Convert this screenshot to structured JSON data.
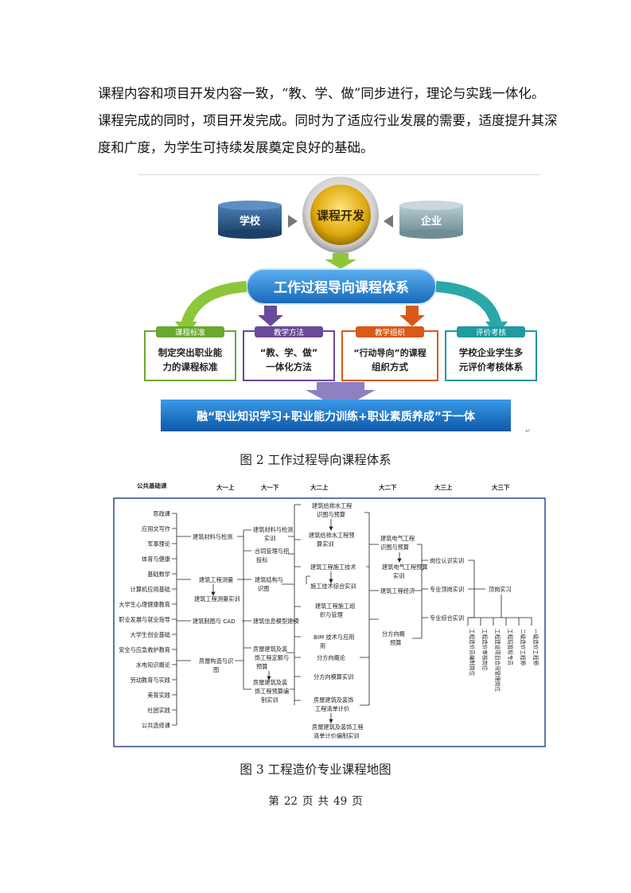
{
  "paragraph": {
    "lines": [
      "课程内容和项目开发内容一致，“教、学、做”同步进行，理论与实践一体化。",
      "课程完成的同时，项目开发完成。同时为了适应行业发展的需要，适度提升其深",
      "度和广度，为学生可持续发展奠定良好的基础。"
    ]
  },
  "figure2": {
    "caption": "图 2 工作过程导向课程体系",
    "school": "学校",
    "center": "课程开发",
    "enterprise": "企业",
    "main_banner": "工作过程导向课程体系",
    "cards": [
      {
        "tab": "课程标准",
        "line1": "制定突出职业能",
        "line2": "力的课程标准"
      },
      {
        "tab": "教学方法",
        "line1": "“教、学、做”",
        "line2": "一体化方法"
      },
      {
        "tab": "教学组织",
        "line1": "“行动导向”的课程",
        "line2": "组织方式"
      },
      {
        "tab": "评价考核",
        "line1": "学校企业学生多",
        "line2": "元评价考核体系"
      }
    ],
    "bottom_banner": "融“职业知识学习+职业能力训练+职业素质养成”于一体",
    "colors": {
      "school": "#2e5a8a",
      "center": "#d9a800",
      "enterprise": "#7fa0a8",
      "banner": "#1e78c8",
      "c1": "#6aa830",
      "c2": "#6a4a9a",
      "c3": "#d85a18",
      "c4": "#1e9aa0"
    }
  },
  "figure3": {
    "caption": "图 3 工程造价专业课程地图",
    "headers": {
      "base": "公共基础课",
      "s1": "大一上",
      "s2": "大一下",
      "s3": "大二上",
      "s4": "大二下",
      "s5": "大三上",
      "s6": "大三下"
    },
    "base_courses": [
      "思政课",
      "应用文写作",
      "军事理论",
      "体育与健康",
      "基础数学",
      "计算机应用基础",
      "大学生心理健康教育",
      "职业发展与就业指导",
      "大学生创业基础",
      "安全与应急救护教育",
      "水电知识概论",
      "劳动教育与实践",
      "美育实践",
      "社团实践",
      "公共选修课"
    ],
    "col1": {
      "c1": "建筑材料与检测",
      "c2a": "建筑工程测量",
      "c2b": "建筑工程测量实训",
      "c3": "建筑制图与 CAD",
      "c4a": "房屋构造与识",
      "c4b": "图"
    },
    "col2": {
      "c1a": "建筑材料与检测",
      "c1b": "实训",
      "c2a": "合同管理与招",
      "c2b": "投标",
      "c3a": "建筑结构与",
      "c3b": "识图",
      "c4": "建筑信息模型建模",
      "c5a": "房屋建筑及装",
      "c5b": "饰工程定额与",
      "c5c": "预算",
      "c6a": "房屋建筑及装",
      "c6b": "饰工程预算编",
      "c6c": "制实训"
    },
    "col3": {
      "c1a": "建筑给排水工程",
      "c1b": "识图与预算",
      "c2a": "建筑给排水工程预",
      "c2b": "算实训",
      "c3": "建筑工程施工技术",
      "c4": "施工技术综合实训",
      "c5a": "建筑工程施工组",
      "c5b": "织与管理",
      "c6a": "BIM 技术与应用",
      "c6b": "用",
      "c7": "分方向概论",
      "c8": "分方向模算实训",
      "c9a": "房屋建筑及装饰",
      "c9b": "工程清单计价",
      "c10a": "房屋建筑及装饰工程",
      "c10b": "清单计价编制实训"
    },
    "col4": {
      "c1a": "建筑电气工程",
      "c1b": "识图与预算",
      "c2a": "建筑电气工程预算",
      "c2b": "实训",
      "c3": "建筑工程经济",
      "c4a": "分方向概",
      "c4b": "预算"
    },
    "col5": {
      "c1": "岗位认识实训",
      "c2": "专业顶岗实训",
      "c3": "专业综合实训"
    },
    "col6": {
      "c1": "顶岗实习"
    },
    "jobs": [
      "工程造价员编制岗位",
      "工程造价审核岗位",
      "工程建设项目合同管理岗位",
      "工程招投标专员",
      "二级造价工程师",
      "一级造价工程师"
    ]
  },
  "footer": {
    "p1": "第",
    "page": "22",
    "p2": "页",
    "p3": "共",
    "total": "49",
    "p4": "页"
  }
}
